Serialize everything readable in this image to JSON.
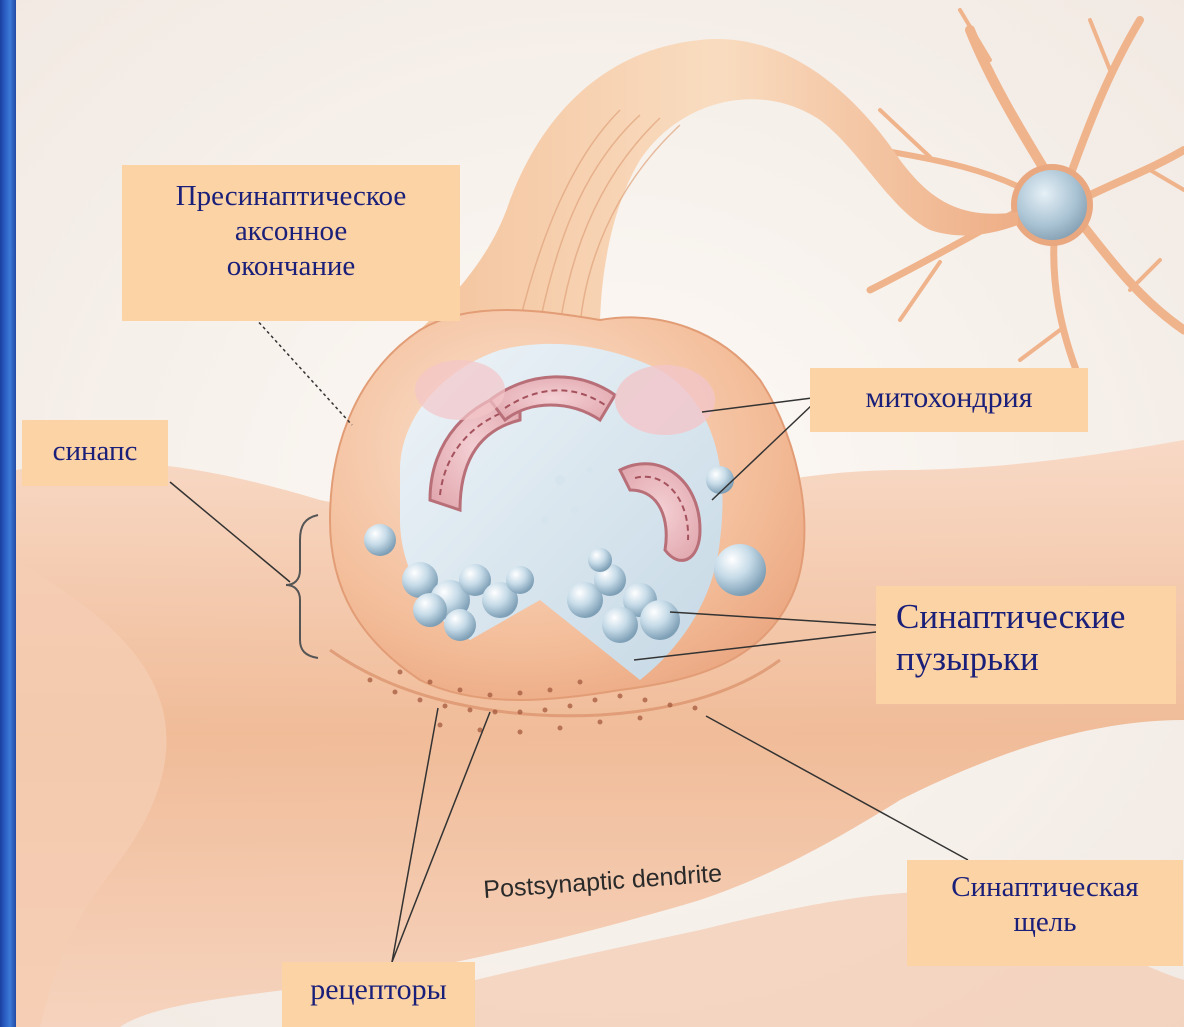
{
  "labels": {
    "presynaptic": [
      "Пресинаптическое",
      "аксонное",
      "окончание"
    ],
    "synapse": "синапс",
    "mitochondria": "митохондрия",
    "vesicles": [
      "Синаптические",
      "пузырьки"
    ],
    "cleft": [
      "Синаптическая",
      "щель"
    ],
    "receptors": "рецепторы",
    "dendrite": "Postsynaptic dendrite"
  },
  "colors": {
    "label_bg": "#fcd3a4",
    "label_text": "#1a1f7a",
    "tissue": "#f2b48e",
    "vesicle": "#c8dcea",
    "mitochondria": "#b86f78",
    "frame": "#1e3a8c"
  }
}
